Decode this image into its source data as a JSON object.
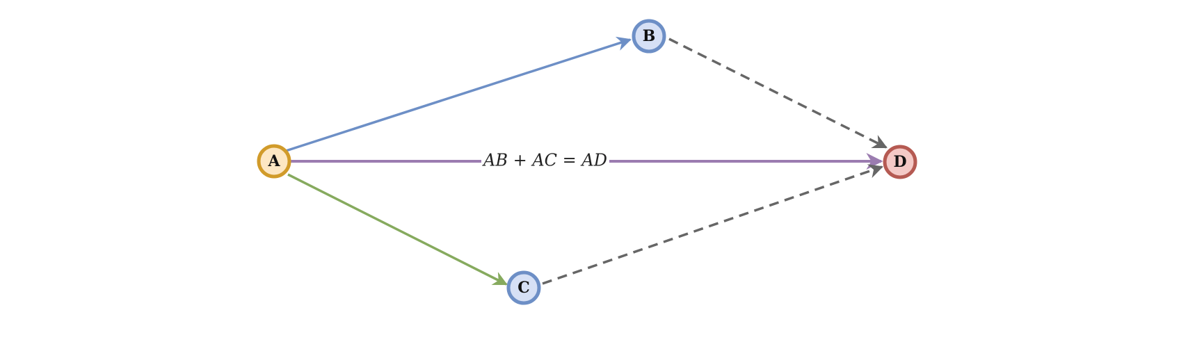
{
  "diagram": {
    "nodes": [
      {
        "id": "A",
        "label": "A",
        "fill": "#fde7c3",
        "stroke": "#d19b2a"
      },
      {
        "id": "B",
        "label": "B",
        "fill": "#d6e0f5",
        "stroke": "#6d8fc6"
      },
      {
        "id": "C",
        "label": "C",
        "fill": "#d6e0f5",
        "stroke": "#6d8fc6"
      },
      {
        "id": "D",
        "label": "D",
        "fill": "#f4c9c6",
        "stroke": "#b55a52"
      }
    ],
    "edges": [
      {
        "from": "A",
        "to": "B",
        "color": "#6d8fc6",
        "style": "solid"
      },
      {
        "from": "A",
        "to": "C",
        "color": "#86aa5e",
        "style": "solid"
      },
      {
        "from": "A",
        "to": "D",
        "color": "#9b7cb0",
        "style": "solid",
        "label": "AB + AC = AD"
      },
      {
        "from": "B",
        "to": "D",
        "color": "#666666",
        "style": "dashed"
      },
      {
        "from": "C",
        "to": "D",
        "color": "#666666",
        "style": "dashed"
      }
    ]
  }
}
